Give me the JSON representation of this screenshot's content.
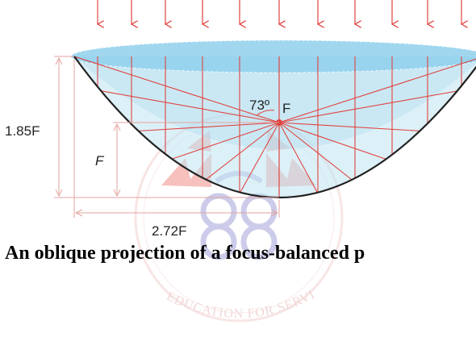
{
  "figure": {
    "angle_label": "73º",
    "focus_label": "F",
    "depth_label": "1.85F",
    "focal_label": "F",
    "radius_label": "2.72F"
  },
  "watermark": {
    "text": "EDUCATION FOR SERVICE"
  },
  "caption": {
    "text": "An oblique projection of a focus-balanced p"
  },
  "colors": {
    "rays": "#e0443f",
    "dish_fill": "#bfe4f3",
    "dish_rim": "#8fd0ec",
    "dish_curve": "#222222",
    "dimension_lines": "#e3a3a0",
    "watermark_red": "#e64c45",
    "watermark_blue": "#6e6fc4"
  }
}
